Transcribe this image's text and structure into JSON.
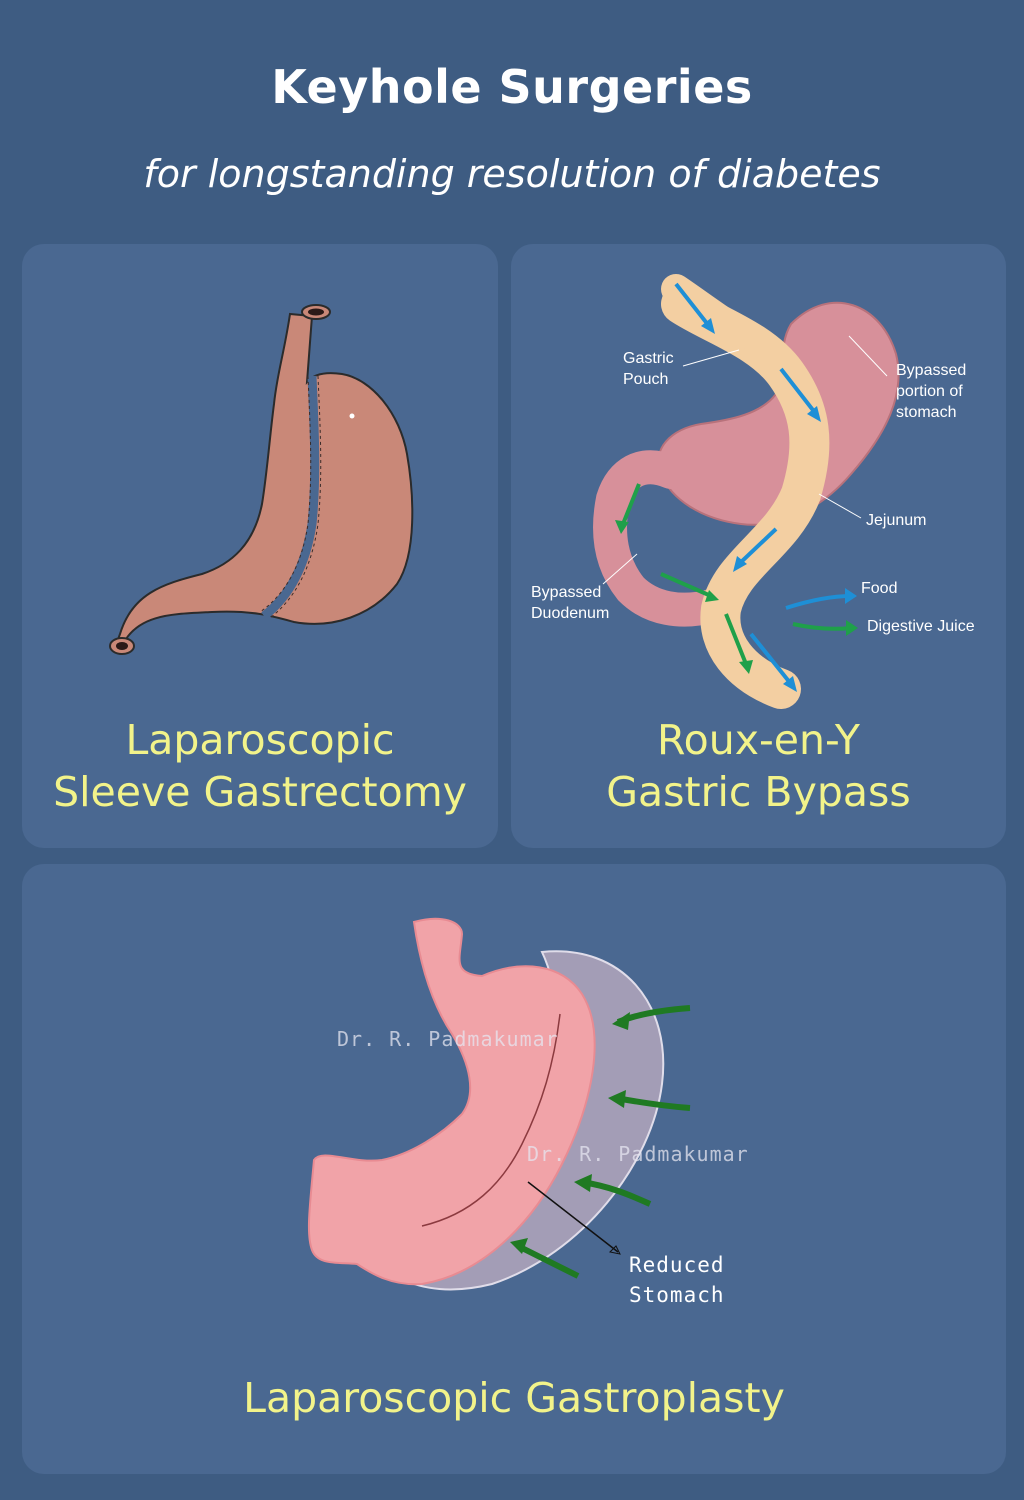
{
  "header": {
    "title": "Keyhole Surgeries",
    "subtitle": "for longstanding resolution of diabetes"
  },
  "cards": [
    {
      "caption_line1": "Laparoscopic",
      "caption_line2": "Sleeve Gastrectomy"
    },
    {
      "caption_line1": "Roux-en-Y",
      "caption_line2": "Gastric Bypass",
      "labels": {
        "gastric_pouch": [
          "Gastric",
          "Pouch"
        ],
        "bypassed_portion": [
          "Bypassed",
          "portion of",
          "stomach"
        ],
        "jejunum": "Jejunum",
        "bypassed_duodenum": [
          "Bypassed",
          "Duodenum"
        ],
        "legend_food": "Food",
        "legend_digestive_juice": "Digestive Juice"
      }
    },
    {
      "caption": "Laparoscopic Gastroplasty",
      "watermark": "Dr. R. Padmakumar",
      "reduced_stomach": [
        "Reduced",
        "Stomach"
      ]
    }
  ],
  "colors": {
    "background": "#3e5c82",
    "card": "#4a6891",
    "caption": "#f2f38a",
    "food_arrow": "#1e8fd6",
    "juice_arrow": "#1fa04a",
    "gastroplasty_arrow": "#1f7a22"
  }
}
